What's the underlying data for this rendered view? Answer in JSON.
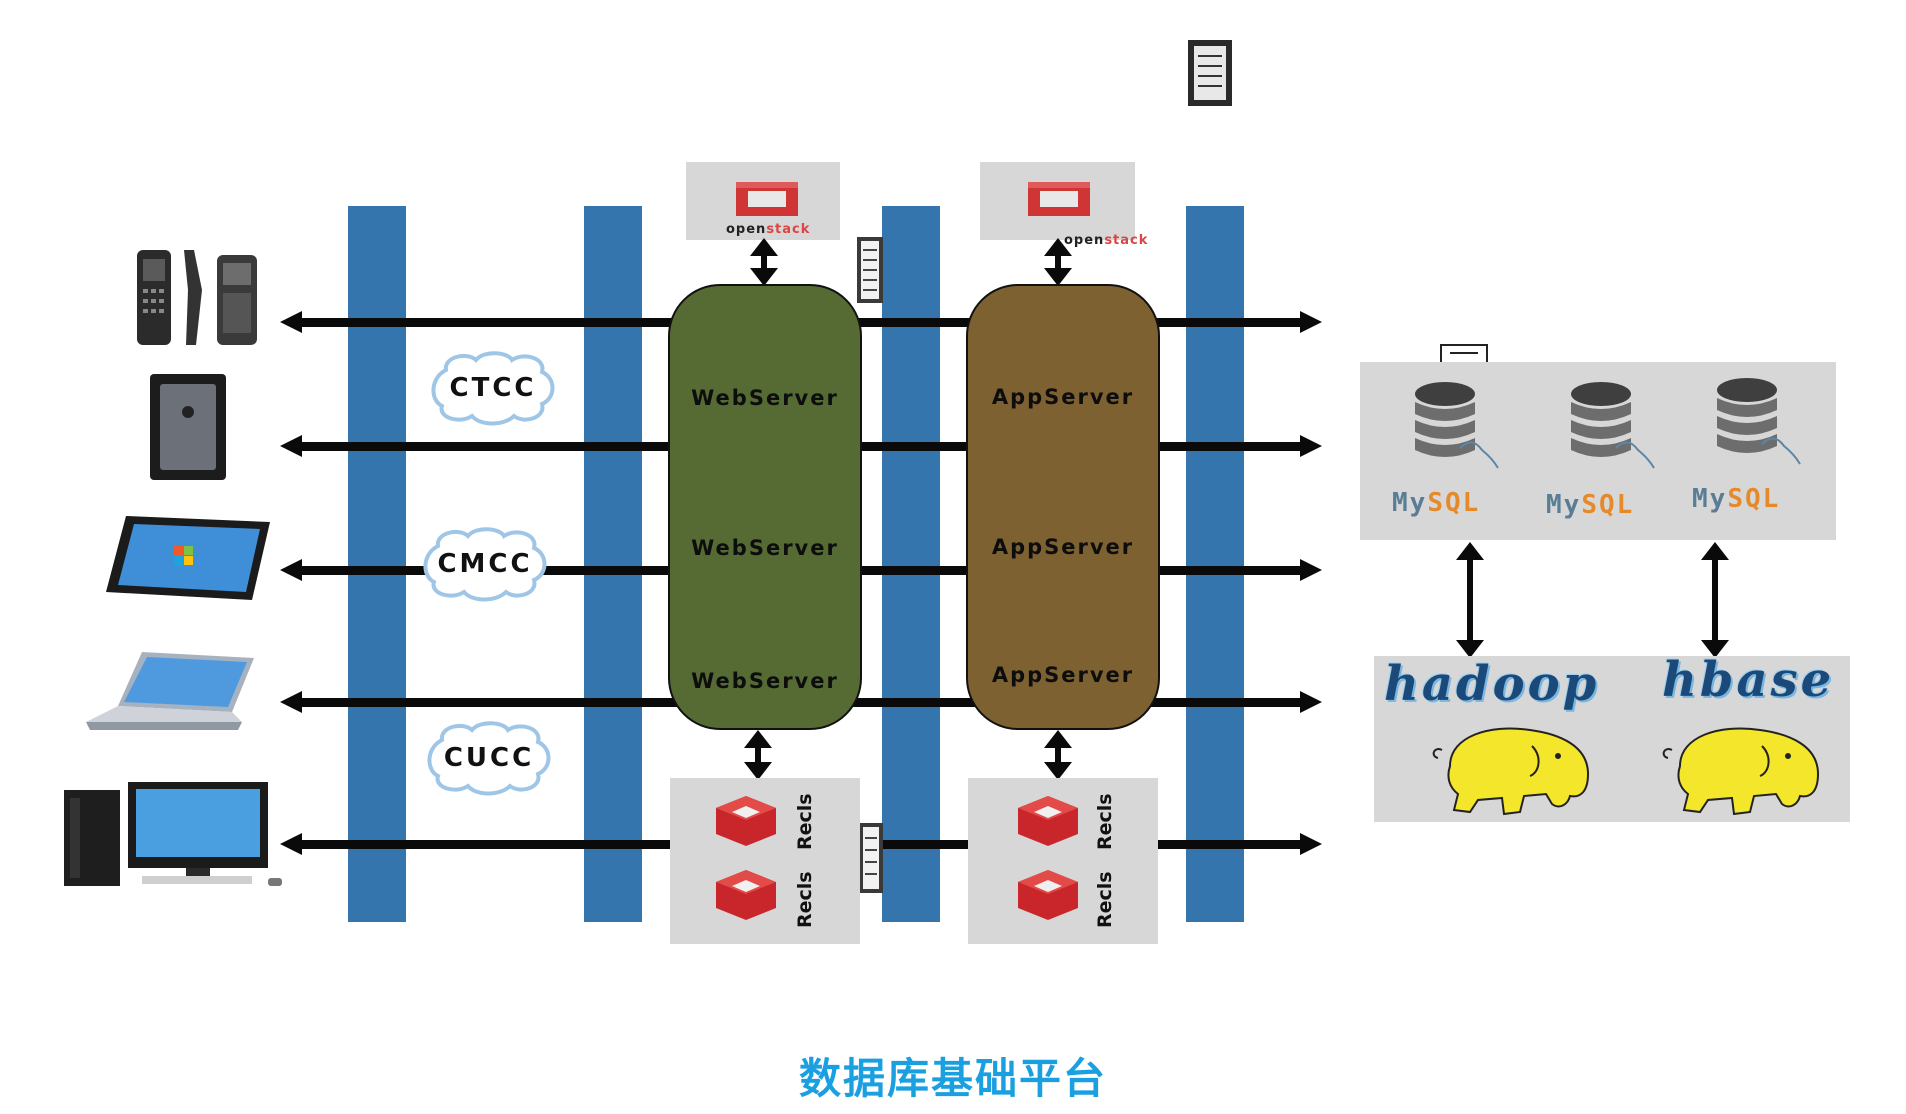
{
  "clouds": [
    {
      "label": "CTCC"
    },
    {
      "label": "CMCC"
    },
    {
      "label": "CUCC"
    }
  ],
  "webserver": {
    "labels": [
      "WebServer",
      "WebServer",
      "WebServer"
    ],
    "fill": "#566b34"
  },
  "appserver": {
    "labels": [
      "AppServer",
      "AppServer",
      "AppServer"
    ],
    "fill": "#7e6131"
  },
  "openstack": {
    "open": "open",
    "stack": "stack"
  },
  "cache": {
    "label": "Recls"
  },
  "mysql": {
    "my": "My",
    "sql": "SQL"
  },
  "bigdata": {
    "hadoop": "hadoop",
    "hbase": "hbase"
  },
  "footer": {
    "title": "数据库基础平台"
  },
  "colors": {
    "bar": "#3475ae",
    "footer": "#1aa0e0",
    "panel": "#d7d7d7"
  },
  "icons": [
    "handheld-terminals-icon",
    "pos-terminal-icon",
    "tablet-icon",
    "laptop-icon",
    "desktop-computer-icon",
    "openstack-icon",
    "server-rack-icon",
    "redis-icon",
    "mysql-database-icon",
    "hadoop-elephant-icon"
  ]
}
